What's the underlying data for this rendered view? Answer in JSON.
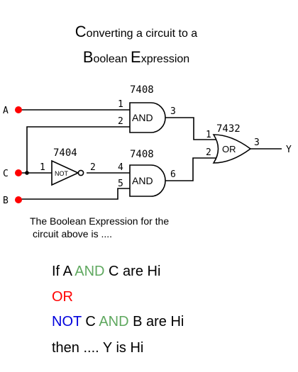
{
  "title": {
    "line1_initial": "C",
    "line1_rest": "onverting a circuit to a",
    "line2_initial": "B",
    "line2_rest": "oolean ",
    "line2_initial2": "E",
    "line2_rest2": "xpression"
  },
  "circuit": {
    "inputs": {
      "a": "A",
      "c": "C",
      "b": "B"
    },
    "output": "Y",
    "gates": {
      "and_top": {
        "chip": "7408",
        "label": "AND",
        "pin_in1": "1",
        "pin_in2": "2",
        "pin_out": "3"
      },
      "not": {
        "chip": "7404",
        "label": "NOT",
        "pin_in": "1",
        "pin_out": "2"
      },
      "and_bottom": {
        "chip": "7408",
        "label": "AND",
        "pin_in1": "4",
        "pin_in2": "5",
        "pin_out": "6"
      },
      "or": {
        "chip": "7432",
        "label": "OR",
        "pin_in1": "1",
        "pin_in2": "2",
        "pin_out": "3"
      }
    },
    "colors": {
      "input_dot": "#ff0000",
      "wire": "#000000"
    }
  },
  "caption": {
    "line1": "The Boolean Expression for the",
    "line2": "circuit above is ...."
  },
  "expression": {
    "line1": {
      "a": "If A ",
      "and": "AND",
      "rest": " C are Hi"
    },
    "line2": {
      "or": "OR"
    },
    "line3": {
      "not": "NOT",
      "mid": " C ",
      "and": "AND",
      "rest": " B are Hi"
    },
    "line4": {
      "text": "then .... Y is Hi"
    },
    "colors": {
      "and": "#5fa85f",
      "or": "#ff0000",
      "not": "#0000dd"
    }
  }
}
